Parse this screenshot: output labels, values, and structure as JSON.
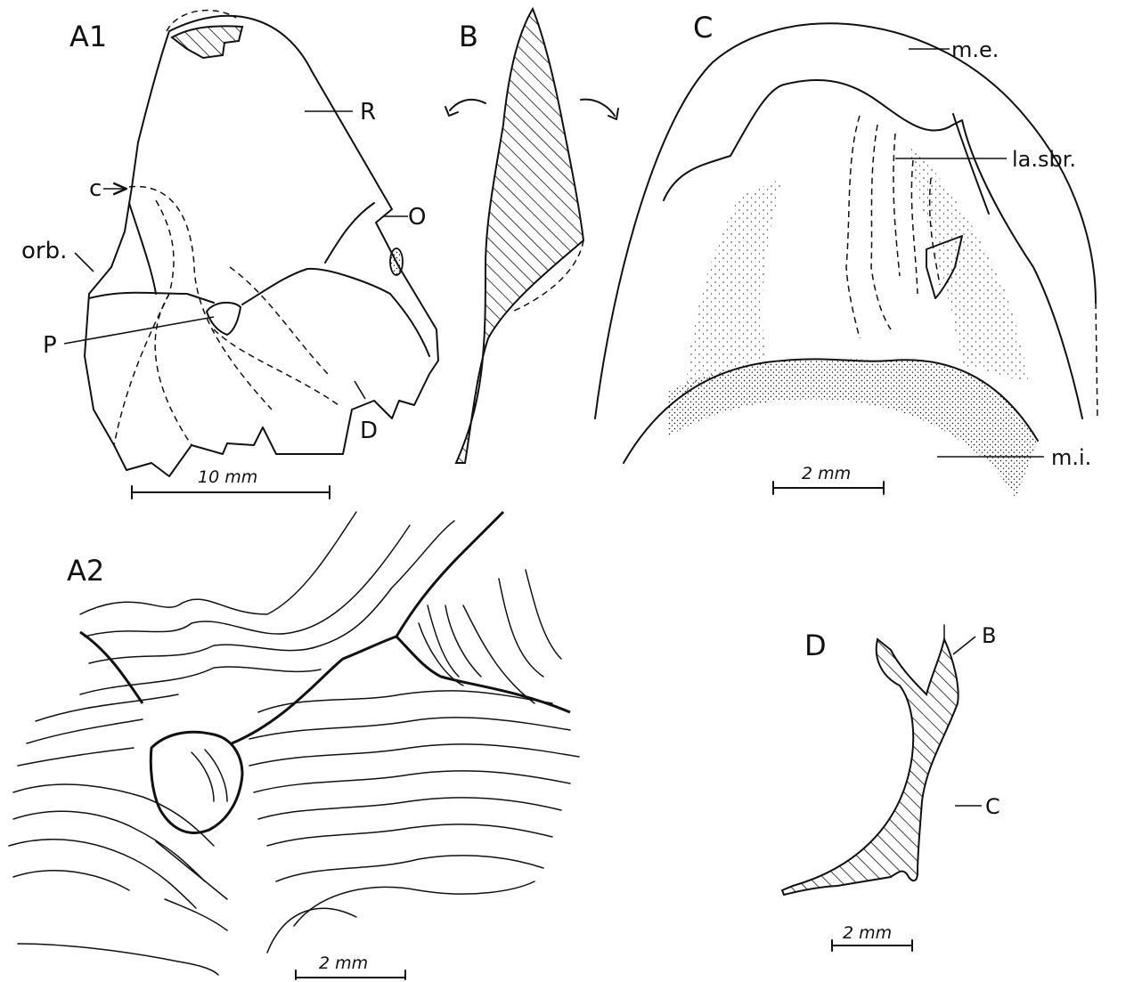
{
  "panels": {
    "a1": {
      "label": "A1",
      "labels": {
        "R": "R",
        "c": "c",
        "O": "O",
        "orb": "orb.",
        "P": "P",
        "D": "D"
      },
      "scale": "10 mm"
    },
    "b": {
      "label": "B"
    },
    "c": {
      "label": "C",
      "labels": {
        "me": "m.e.",
        "lasbr": "la.sbr.",
        "mi": "m.i."
      },
      "scale": "2 mm"
    },
    "a2": {
      "label": "A2",
      "scale": "2 mm"
    },
    "d": {
      "label": "D",
      "labels": {
        "B": "B",
        "C": "C"
      },
      "scale": "2 mm"
    }
  },
  "colors": {
    "ink": "#111111",
    "paper": "#ffffff"
  }
}
